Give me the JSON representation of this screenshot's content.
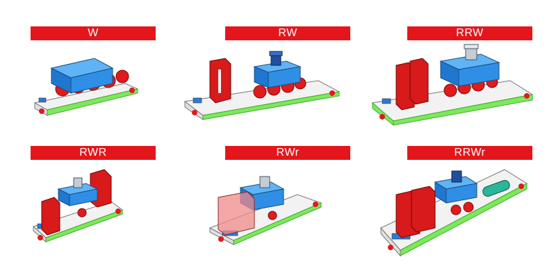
{
  "colors": {
    "label_bg": "#e4161b",
    "label_text": "#ffffff",
    "belt": "#7ee85c",
    "belt_dark": "#3fae2c",
    "roller": "#e11b1b",
    "body": "#2f8fe6",
    "wall": "#d81a1a",
    "wall_light": "#f08a8a",
    "motor": "#9aa6b1",
    "motor_blue": "#1f4f9e",
    "plate": "#bcd4e8"
  },
  "panels": [
    {
      "id": "w",
      "label": "W",
      "icon": "single-wheel-robot-icon"
    },
    {
      "id": "rw",
      "label": "RW",
      "icon": "robot-with-one-wall-icon"
    },
    {
      "id": "rrw",
      "label": "RRW",
      "icon": "robot-with-two-walls-icon"
    },
    {
      "id": "rwr",
      "label": "RWR",
      "icon": "robot-between-walls-icon"
    },
    {
      "id": "rwr2",
      "label": "RWr",
      "icon": "robot-with-transparent-wall-icon"
    },
    {
      "id": "rrwr",
      "label": "RRWr",
      "icon": "robot-with-walls-and-roller-icon"
    }
  ]
}
